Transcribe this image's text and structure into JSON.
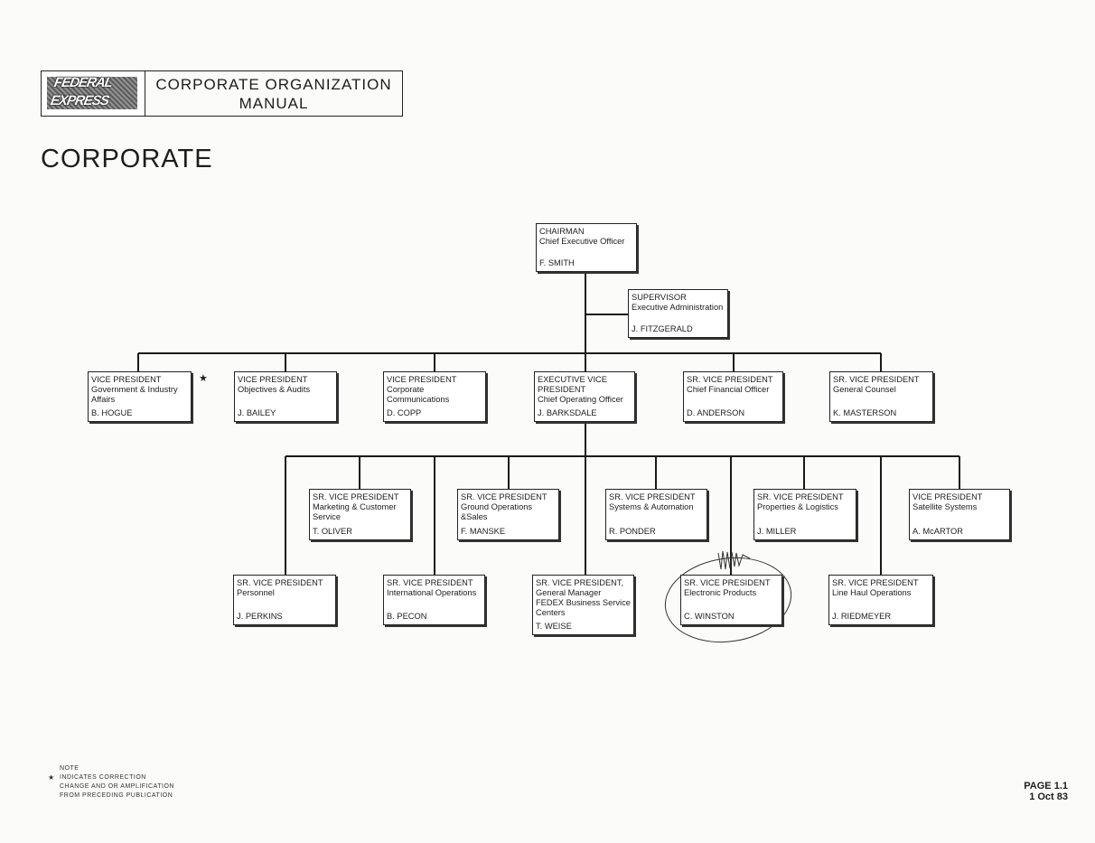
{
  "header": {
    "logo_text_1": "FEDERAL",
    "logo_text_2": "EXPRESS",
    "manual_title_1": "CORPORATE ORGANIZATION",
    "manual_title_2": "MANUAL"
  },
  "page_heading": "CORPORATE",
  "org": {
    "chairman": {
      "title": "CHAIRMAN",
      "sub": "Chief Executive Officer",
      "name": "F. SMITH"
    },
    "supervisor": {
      "title": "SUPERVISOR",
      "sub": "Executive Administration",
      "name": "J. FITZGERALD"
    },
    "hogue": {
      "title": "VICE PRESIDENT",
      "sub": "Government & Industry Affairs",
      "name": "B. HOGUE"
    },
    "bailey": {
      "title": "VICE PRESIDENT",
      "sub": "Objectives & Audits",
      "name": "J. BAILEY"
    },
    "copp": {
      "title": "VICE PRESIDENT",
      "sub": "Corporate Communications",
      "name": "D. COPP"
    },
    "barksdale": {
      "title": "EXECUTIVE VICE PRESIDENT",
      "sub": "Chief Operating Officer",
      "name": "J. BARKSDALE"
    },
    "anderson": {
      "title": "SR. VICE PRESIDENT",
      "sub": "Chief Financial Officer",
      "name": "D. ANDERSON"
    },
    "masterson": {
      "title": "SR. VICE PRESIDENT",
      "sub": "General Counsel",
      "name": "K. MASTERSON"
    },
    "oliver": {
      "title": "SR. VICE PRESIDENT",
      "sub": "Marketing & Customer Service",
      "name": "T. OLIVER"
    },
    "manske": {
      "title": "SR. VICE PRESIDENT",
      "sub": "Ground Operations &Sales",
      "name": "F. MANSKE"
    },
    "ponder": {
      "title": "SR. VICE PRESIDENT",
      "sub": "Systems & Automation",
      "name": "R. PONDER"
    },
    "miller": {
      "title": "SR. VICE PRESIDENT",
      "sub": "Properties & Logistics",
      "name": "J. MILLER"
    },
    "mcartor": {
      "title": "VICE PRESIDENT",
      "sub": "Satellite Systems",
      "name": "A. McARTOR"
    },
    "perkins": {
      "title": "SR. VICE PRESIDENT",
      "sub": "Personnel",
      "name": "J. PERKINS"
    },
    "pecon": {
      "title": "SR. VICE PRESIDENT",
      "sub": "International Operations",
      "name": "B. PECON"
    },
    "weise": {
      "title": "SR. VICE PRESIDENT,",
      "sub": "General Manager FEDEX Business Service Centers",
      "name": "T. WEISE"
    },
    "winston": {
      "title": "SR. VICE PRESIDENT",
      "sub": "Electronic Products",
      "name": "C. WINSTON"
    },
    "riedmeyer": {
      "title": "SR. VICE PRESIDENT",
      "sub": "Line Haul Operations",
      "name": "J. RIEDMEYER"
    }
  },
  "correction_marker": "★",
  "note": {
    "heading": "NOTE",
    "line1": "INDICATES CORRECTION",
    "line2": "CHANGE AND OR AMPLIFICATION",
    "line3": "FROM PRECEDING PUBLICATION"
  },
  "page": {
    "number": "PAGE 1.1",
    "date": "1 Oct 83"
  }
}
